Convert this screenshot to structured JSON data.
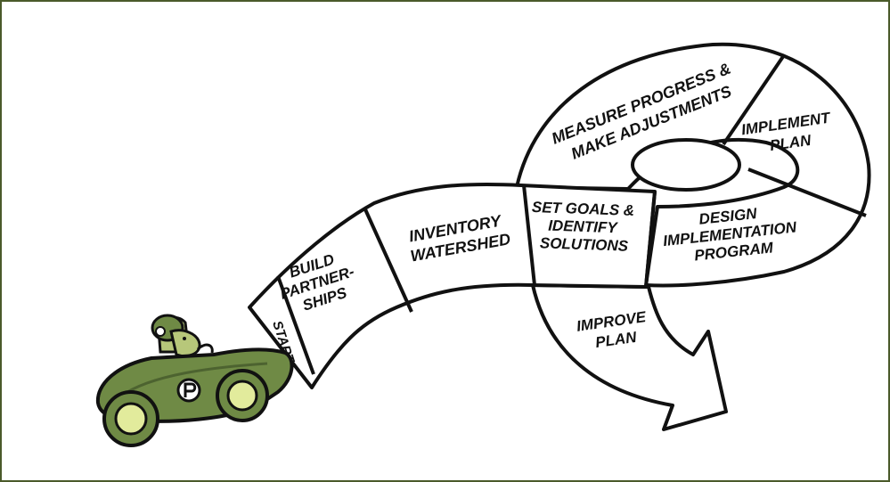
{
  "colors": {
    "frame_border": "#4a5a2a",
    "car_body": "#6f8a45",
    "car_body_dark": "#4d6330",
    "wheel_hub": "#e2eb9c",
    "driver": "#b7c77a",
    "ink": "#111111",
    "road": "#ffffff"
  },
  "steps": {
    "start": "START",
    "build_partnerships": [
      "BUILD",
      "PARTNER-",
      "SHIPS"
    ],
    "inventory_watershed": [
      "INVENTORY",
      "WATERSHED"
    ],
    "set_goals": [
      "SET GOALS &",
      "IDENTIFY",
      "SOLUTIONS"
    ],
    "design_program": [
      "DESIGN",
      "IMPLEMENTATION",
      "PROGRAM"
    ],
    "implement_plan": [
      "IMPLEMENT",
      "PLAN"
    ],
    "measure_progress": [
      "MEASURE PROGRESS &",
      "MAKE ADJUSTMENTS"
    ],
    "improve_plan": [
      "IMPROVE",
      "PLAN"
    ]
  }
}
